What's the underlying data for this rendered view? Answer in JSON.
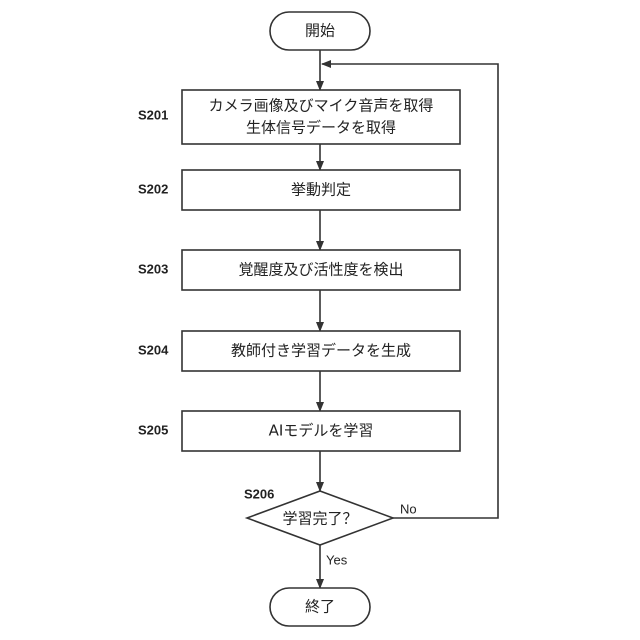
{
  "start": {
    "label": "開始"
  },
  "steps": [
    {
      "id": "S201",
      "lines": [
        "カメラ画像及びマイク音声を取得",
        "生体信号データを取得"
      ]
    },
    {
      "id": "S202",
      "lines": [
        "挙動判定"
      ]
    },
    {
      "id": "S203",
      "lines": [
        "覚醒度及び活性度を検出"
      ]
    },
    {
      "id": "S204",
      "lines": [
        "教師付き学習データを生成"
      ]
    },
    {
      "id": "S205",
      "lines": [
        "AIモデルを学習"
      ]
    }
  ],
  "decision": {
    "id": "S206",
    "label": "学習完了？",
    "yes_label": "Yes",
    "no_label": "No"
  },
  "end": {
    "label": "終了"
  }
}
